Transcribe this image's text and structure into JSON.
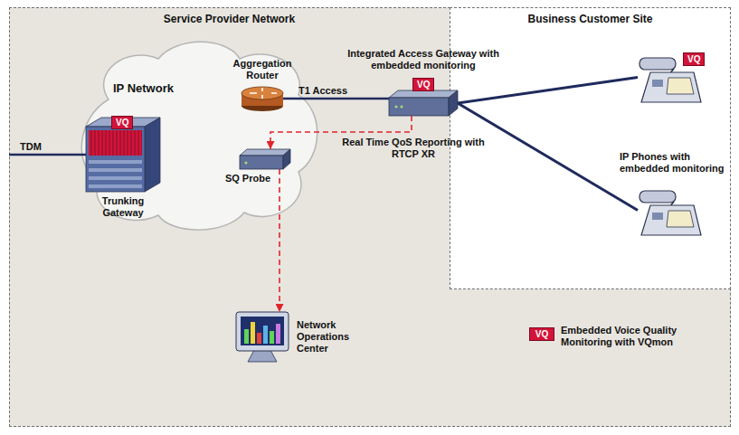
{
  "diagram": {
    "nodes": [
      {
        "text": [
          "Service Provider Network"
        ]
      },
      {
        "text": [
          "IP Network"
        ],
        "in": 0
      },
      {
        "text": [
          "Aggregation Router"
        ],
        "in": 1
      },
      {
        "text": [
          "SQ Probe"
        ],
        "in": 1
      },
      {
        "text": [
          "VQ",
          "Trunking Gateway"
        ],
        "in": 0
      },
      {
        "text": [
          "Network Operations Center"
        ],
        "in": 0
      },
      {
        "text": [
          "Business Customer Site"
        ]
      },
      {
        "text": [
          "Integrated Access Gateway with embedded monitoring",
          "VQ"
        ],
        "in": 6
      },
      {
        "text": [
          "VQ"
        ],
        "in": 6
      },
      {
        "text": [
          "IP Phones with embedded monitoring"
        ],
        "in": 6
      }
    ],
    "edges": [
      {
        "from": 2,
        "to": 7,
        "label": "T1 Access",
        "arrow": "none"
      },
      {
        "from": 7,
        "to": 8,
        "arrow": "none"
      },
      {
        "from": 7,
        "to": 9,
        "arrow": "none"
      },
      {
        "from": 7,
        "to": 3,
        "label": "Real Time QoS Reporting with RTCP XR",
        "arrow": "to"
      },
      {
        "from": 3,
        "to": 5,
        "arrow": "to"
      }
    ],
    "labels": [
      "TDM",
      "VQ"
    ],
    "legend": [
      {
        "text": "Embedded Voice Quality Monitoring with VQmon",
        "color": "#d3143a"
      }
    ]
  }
}
